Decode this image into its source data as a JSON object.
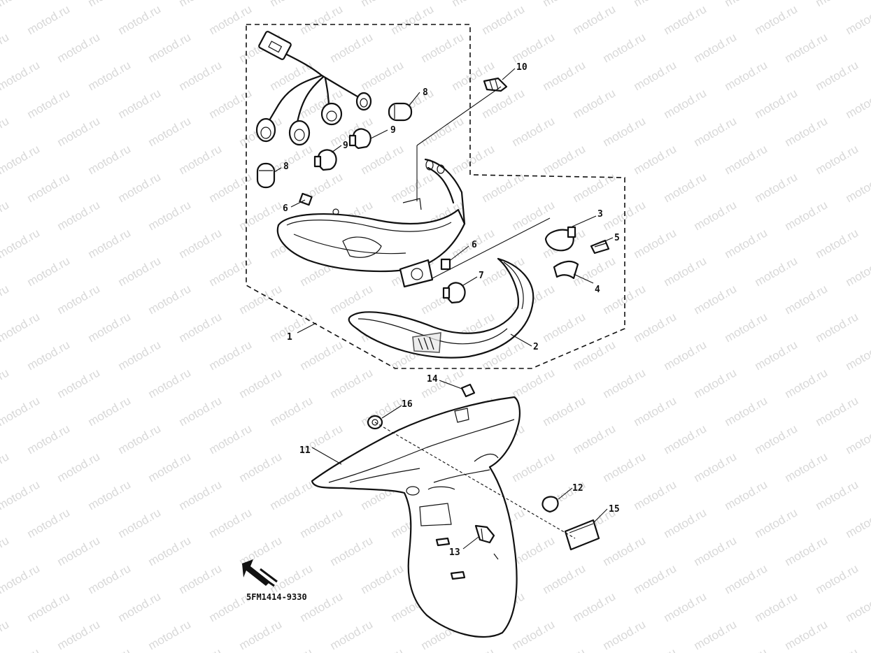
{
  "watermark": "motod.ru",
  "diagram_code": "5FM1414-9330",
  "part_labels": {
    "p1": "1",
    "p2": "2",
    "p3": "3",
    "p4": "4",
    "p5": "5",
    "p6a": "6",
    "p6b": "6",
    "p7": "7",
    "p8a": "8",
    "p8b": "8",
    "p9a": "9",
    "p9b": "9",
    "p10": "10",
    "p11": "11",
    "p12": "12",
    "p13": "13",
    "p14": "14",
    "p15": "15",
    "p16": "16"
  }
}
